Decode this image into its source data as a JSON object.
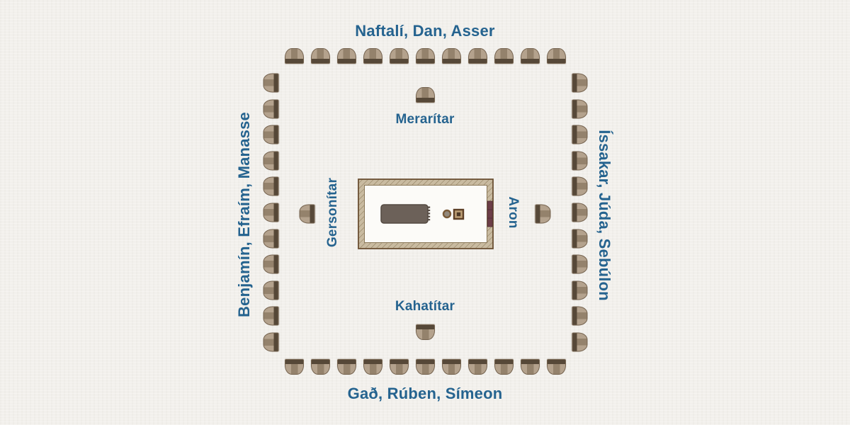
{
  "diagram": {
    "description": "Layout of the camp of Israel around the tabernacle",
    "outer_labels": {
      "north": "Naftalí, Dan, Asser",
      "east": "Íssakar, Júda, Sebúlon",
      "south": "Gað, Rúben, Símeon",
      "west": "Benjamín, Efraím, Manasse"
    },
    "inner_labels": {
      "north": "Merarítar",
      "east": "Aron",
      "south": "Kahatítar",
      "west": "Gersonítar"
    },
    "tents_per_outer_side": 11,
    "inner_tent_sides": [
      "north",
      "east",
      "south",
      "west"
    ],
    "center_structure": "tabernacle-courtyard"
  },
  "colors": {
    "background": "#f2f0ec",
    "label_text": "#25638f",
    "tent_light": "#b4a28d",
    "tent_mid": "#94826c",
    "tent_dark": "#564838",
    "tent_outline": "#75634f",
    "courtyard_band": "#c9bba1",
    "courtyard_hatch": "#8d7b5c",
    "courtyard_outline": "#6b5033",
    "court_floor": "#fcfbf8",
    "entrance_screen": "#6d3e48",
    "tabernacle_fill": "#6c6159",
    "tabernacle_outline": "#544a42",
    "basin_fill": "#93897c",
    "basin_ring": "#7a5a38",
    "altar_fill": "#bb9d74",
    "altar_outline": "#5d3f26",
    "altar_center": "#4d3826"
  }
}
